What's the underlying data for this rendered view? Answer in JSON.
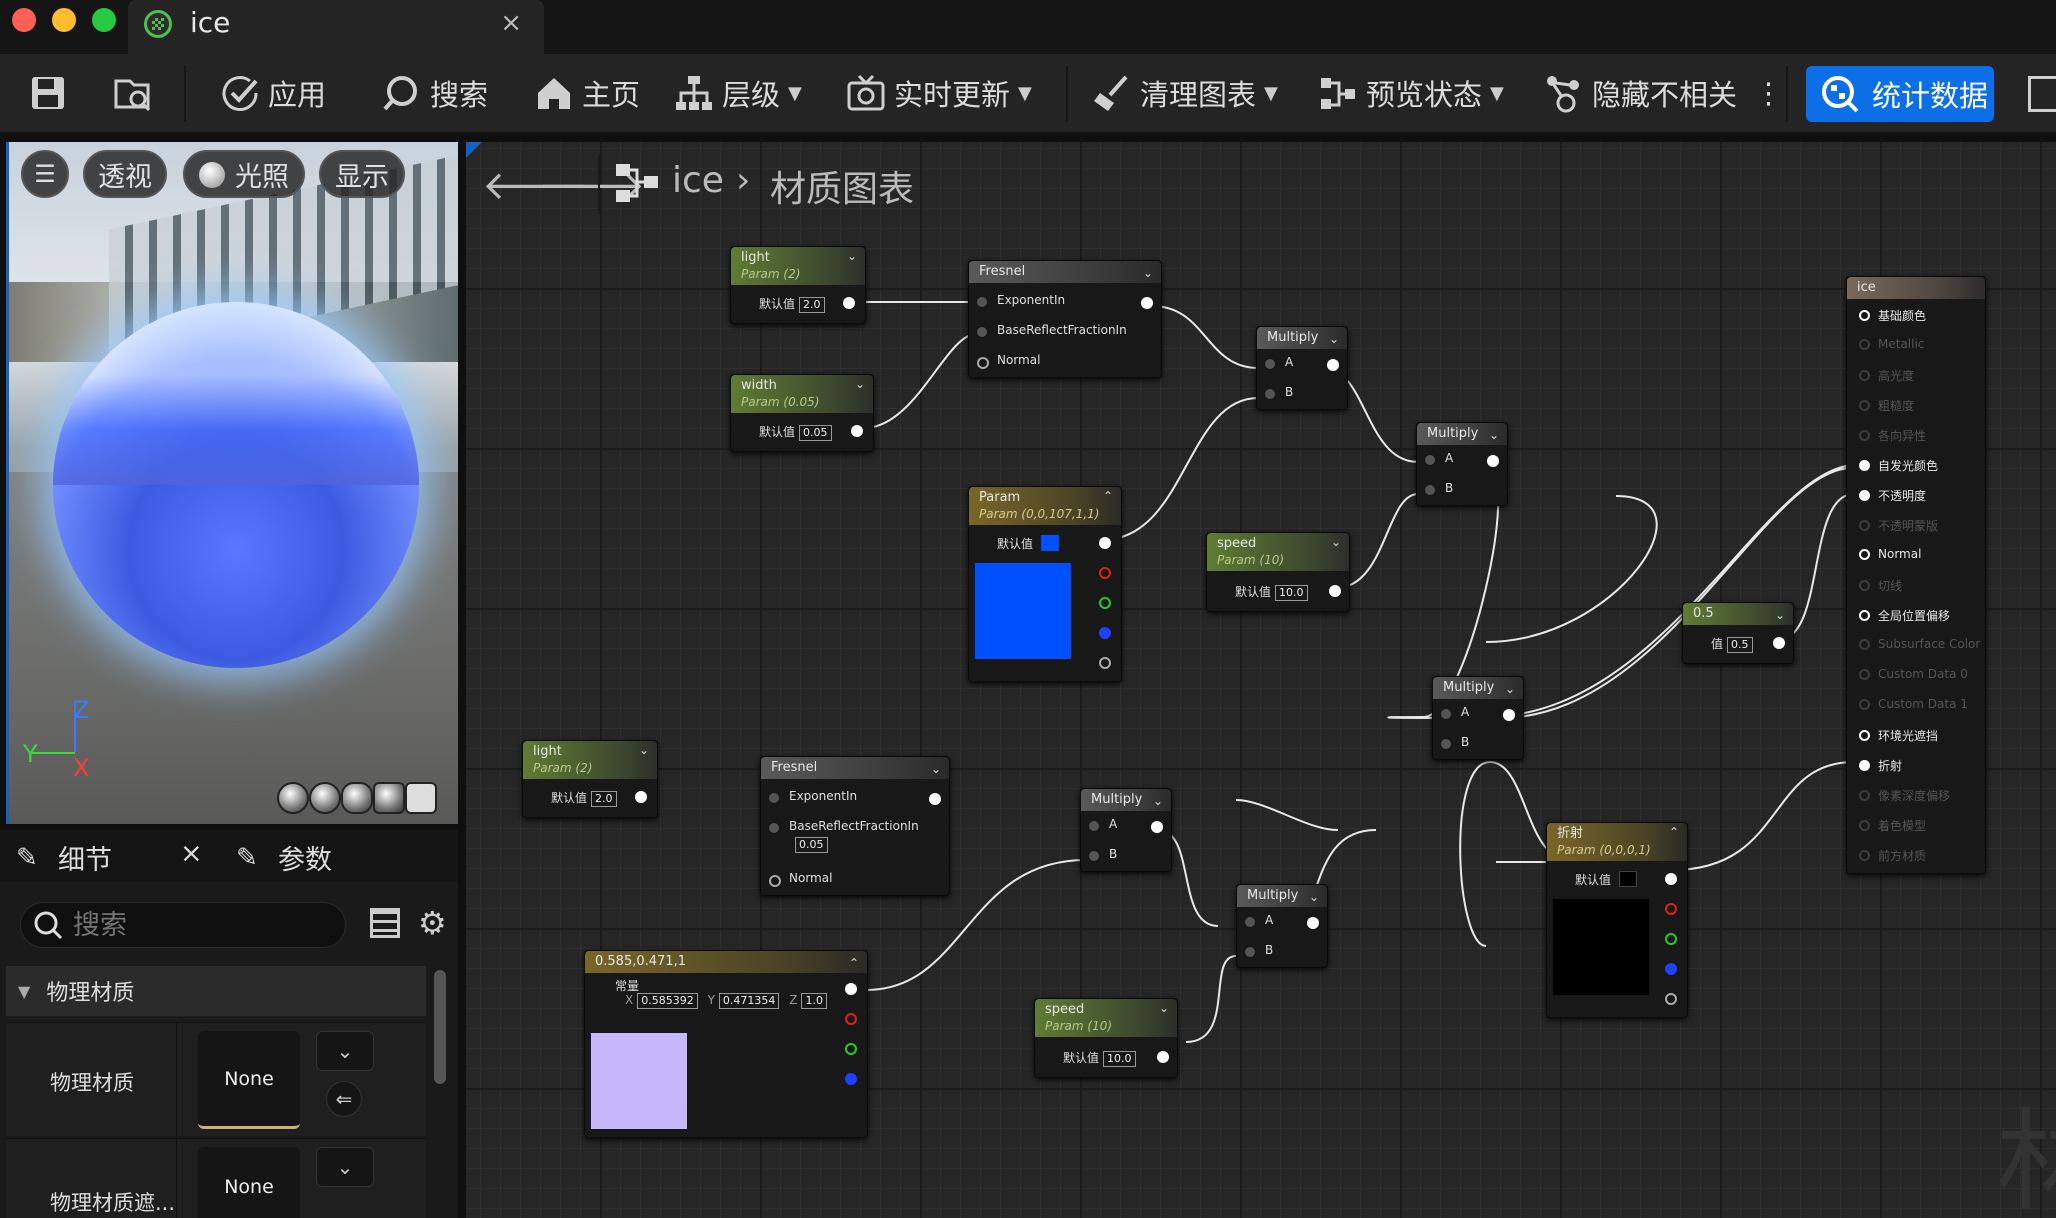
{
  "window": {
    "tab_title": "ice",
    "tab_close": "×"
  },
  "toolbar": {
    "apply": "应用",
    "search": "搜索",
    "home": "主页",
    "hierarchy": "层级",
    "live_update": "实时更新",
    "clean_graph": "清理图表",
    "preview_state": "预览状态",
    "hide_unrelated": "隐藏不相关",
    "stats": "统计数据",
    "more": "⋮"
  },
  "viewport": {
    "menu": "☰",
    "perspective": "透视",
    "lighting": "光照",
    "show": "显示",
    "axis_z": "Z",
    "axis_y": "Y",
    "axis_x": "X"
  },
  "details": {
    "tab_details": "细节",
    "tab_params": "参数",
    "close": "×",
    "search_placeholder": "搜索",
    "category": "物理材质",
    "rows": [
      {
        "label": "物理材质",
        "value": "None"
      },
      {
        "label": "物理材质遮...",
        "value": "None"
      }
    ]
  },
  "graph": {
    "breadcrumb_root": "ice",
    "breadcrumb_sep": "›",
    "breadcrumb_page": "材质图表",
    "default_label": "默认值",
    "value_label": "值",
    "nodes": {
      "light1": {
        "title": "light",
        "sub": "Param (2)",
        "value": "2.0"
      },
      "width1": {
        "title": "width",
        "sub": "Param (0.05)",
        "value": "0.05"
      },
      "fresnel1": {
        "title": "Fresnel",
        "pins": [
          "ExponentIn",
          "BaseReflectFractionIn",
          "Normal"
        ]
      },
      "multiply1": {
        "title": "Multiply",
        "a": "A",
        "b": "B"
      },
      "multiply2": {
        "title": "Multiply",
        "a": "A",
        "b": "B"
      },
      "param_color": {
        "title": "Param",
        "sub": "Param (0,0,107,1,1)",
        "color": "#0050ff"
      },
      "speed1": {
        "title": "speed",
        "sub": "Param (10)",
        "value": "10.0"
      },
      "half": {
        "title": "0.5",
        "value": "0.5"
      },
      "multiply3": {
        "title": "Multiply",
        "a": "A",
        "b": "B"
      },
      "light2": {
        "title": "light",
        "sub": "Param (2)",
        "value": "2.0"
      },
      "fresnel2": {
        "title": "Fresnel",
        "pins": [
          "ExponentIn",
          "BaseReflectFractionIn",
          "Normal"
        ],
        "base_value": "0.05"
      },
      "multiply4": {
        "title": "Multiply",
        "a": "A",
        "b": "B"
      },
      "multiply5": {
        "title": "Multiply",
        "a": "A",
        "b": "B"
      },
      "const3": {
        "title": "0.585,0.471,1",
        "label": "常量",
        "x_label": "X",
        "x": "0.585392",
        "y_label": "Y",
        "y": "0.471354",
        "z_label": "Z",
        "z": "1.0",
        "color": "#c7b7fb"
      },
      "speed2": {
        "title": "speed",
        "sub": "Param (10)",
        "value": "10.0"
      },
      "refraction": {
        "title": "折射",
        "sub": "Param (0,0,0,1)",
        "color": "#000000"
      },
      "result": {
        "title": "ice",
        "pins": [
          {
            "label": "基础颜色",
            "active": true
          },
          {
            "label": "Metallic",
            "active": false
          },
          {
            "label": "高光度",
            "active": false
          },
          {
            "label": "粗糙度",
            "active": false
          },
          {
            "label": "各向异性",
            "active": false
          },
          {
            "label": "自发光颜色",
            "active": true,
            "connected": true
          },
          {
            "label": "不透明度",
            "active": true,
            "connected": true
          },
          {
            "label": "不透明蒙版",
            "active": false
          },
          {
            "label": "Normal",
            "active": true
          },
          {
            "label": "切线",
            "active": false
          },
          {
            "label": "全局位置偏移",
            "active": true
          },
          {
            "label": "Subsurface Color",
            "active": false
          },
          {
            "label": "Custom Data 0",
            "active": false
          },
          {
            "label": "Custom Data 1",
            "active": false
          },
          {
            "label": "环境光遮挡",
            "active": true
          },
          {
            "label": "折射",
            "active": true,
            "connected": true
          },
          {
            "label": "像素深度偏移",
            "active": false
          },
          {
            "label": "着色模型",
            "active": false
          },
          {
            "label": "前方材质",
            "active": false
          }
        ]
      }
    },
    "watermark": "林"
  }
}
